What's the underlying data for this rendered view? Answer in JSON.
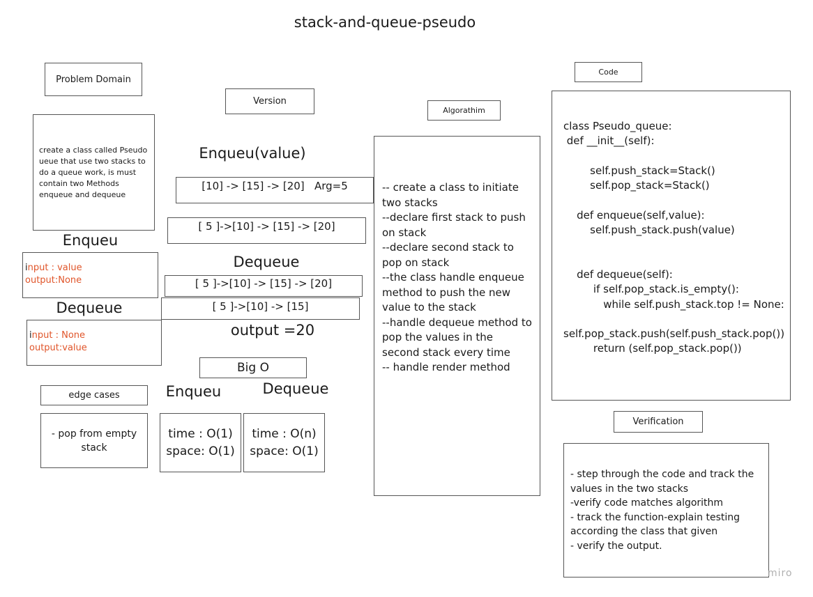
{
  "title": "stack-and-queue-pseudo",
  "problem_domain": {
    "label": "Problem Domain",
    "text": "create a class called Pseudo ueue that use two stacks to do a queue work, is must contain two Methods enqueue and dequeue"
  },
  "enqueue_io": {
    "heading": "Enqueu",
    "input_first": "i",
    "input_rest": "nput : value",
    "output": "output:None"
  },
  "dequeue_io": {
    "heading": "Dequeue",
    "input_first": "i",
    "input_rest": "nput : None",
    "output": "output:value"
  },
  "edge_cases": {
    "label": "edge cases",
    "text": "- pop from empty stack"
  },
  "version": {
    "label": "Version",
    "enqueue_heading": "Enqueu(value)",
    "enqueue_before": "[10] -> [15] -> [20]   Arg=5",
    "enqueue_after": "[ 5 ]->[10] -> [15] -> [20]",
    "dequeue_heading": "Dequeue",
    "dequeue_before": "[ 5 ]->[10] -> [15] -> [20]",
    "dequeue_after": "[ 5 ]->[10] -> [15]",
    "output": "output =20"
  },
  "big_o": {
    "label": "Big O",
    "enqueue": {
      "heading": "Enqueu",
      "time": "time : O(1)",
      "space": "space: O(1)"
    },
    "dequeue": {
      "heading": "Dequeue",
      "time": "time : O(n)",
      "space": "space: O(1)"
    }
  },
  "algorithm": {
    "label": "Algorathim",
    "lines": [
      "--  create a class to initiate two stacks",
      "--declare first stack to push on stack",
      "--declare second stack to pop on stack",
      "--the class handle enqueue method to push the new value to the stack",
      "--handle dequeue method to pop the values in the second stack every time",
      "-- handle render method"
    ]
  },
  "code": {
    "label": "Code",
    "lines": [
      "class Pseudo_queue:",
      " def __init__(self):",
      "",
      "        self.push_stack=Stack()",
      "        self.pop_stack=Stack()",
      "",
      "    def enqueue(self,value):",
      "        self.push_stack.push(value)",
      "",
      "",
      "    def dequeue(self):",
      "         if self.pop_stack.is_empty():",
      "            while self.push_stack.top != None:",
      "",
      "self.pop_stack.push(self.push_stack.pop())",
      "         return (self.pop_stack.pop())"
    ]
  },
  "verification": {
    "label": "Verification",
    "lines": [
      "- step through the code and track the values in the two stacks",
      "-verify code matches algorithm",
      "- track the function-explain testing according the class that given",
      "- verify the output."
    ]
  },
  "watermark": "miro"
}
